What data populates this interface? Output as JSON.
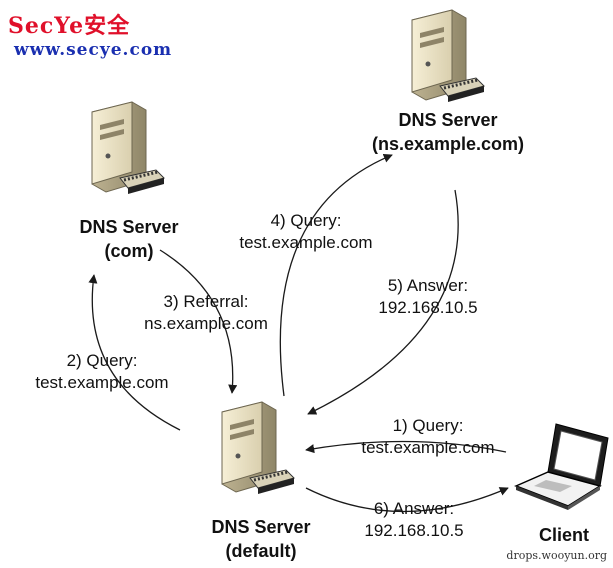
{
  "watermark": {
    "brand": "SecYe安全",
    "url": "www.secye.com",
    "credit": "drops.wooyun.org"
  },
  "nodes": {
    "ns_server": {
      "name": "DNS Server",
      "sub": "(ns.example.com)"
    },
    "com_server": {
      "name": "DNS Server",
      "sub": "(com)"
    },
    "default_server": {
      "name": "DNS Server",
      "sub": "(default)"
    },
    "client": {
      "name": "Client"
    }
  },
  "steps": {
    "s1": {
      "line1": "1) Query:",
      "line2": "test.example.com"
    },
    "s2": {
      "line1": "2) Query:",
      "line2": "test.example.com"
    },
    "s3": {
      "line1": "3) Referral:",
      "line2": "ns.example.com"
    },
    "s4": {
      "line1": "4) Query:",
      "line2": "test.example.com"
    },
    "s5": {
      "line1": "5) Answer:",
      "line2": "192.168.10.5"
    },
    "s6": {
      "line1": "6) Answer:",
      "line2": "192.168.10.5"
    }
  },
  "colors": {
    "arrow": "#1a1a1a",
    "server_body": "#efe6c8",
    "server_edge": "#6d6650",
    "drive": "#c8bfa0"
  }
}
